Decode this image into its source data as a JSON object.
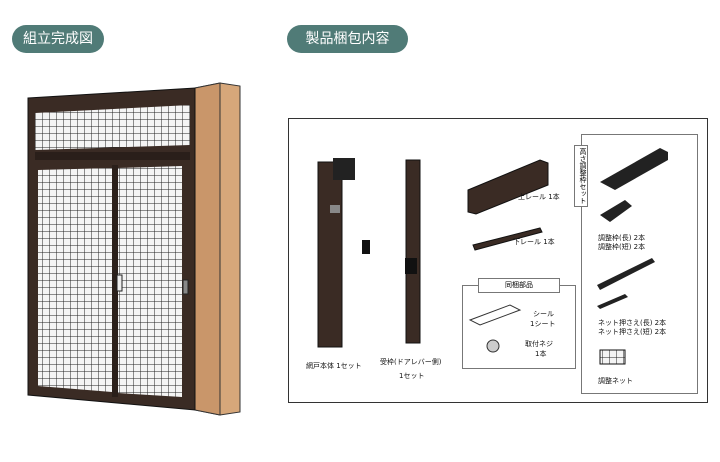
{
  "headings": {
    "assembled": "組立完成図",
    "package": "製品梱包内容"
  },
  "parts": {
    "door_body": "網戸本体 1セット",
    "receiver_frame": "受枠(ドアレバー側)",
    "receiver_qty": "1セット",
    "upper_rail": "上レール 1本",
    "lower_rail": "下レール 1本",
    "accessories_title": "同梱部品",
    "seal": "シール",
    "seal_qty": "1シート",
    "screw": "取付ネジ",
    "screw_qty": "1本",
    "height_set_title": "高さ調整枠セット",
    "adj_long": "調整枠(長) 2本",
    "adj_short": "調整枠(短) 2本",
    "press_long": "ネット押さえ(長) 2本",
    "press_short": "ネット押さえ(短) 2本",
    "adj_net": "調整ネット"
  },
  "colors": {
    "pill": "#507b77",
    "wood": "#d6a77a",
    "frame": "#3a2b24"
  }
}
